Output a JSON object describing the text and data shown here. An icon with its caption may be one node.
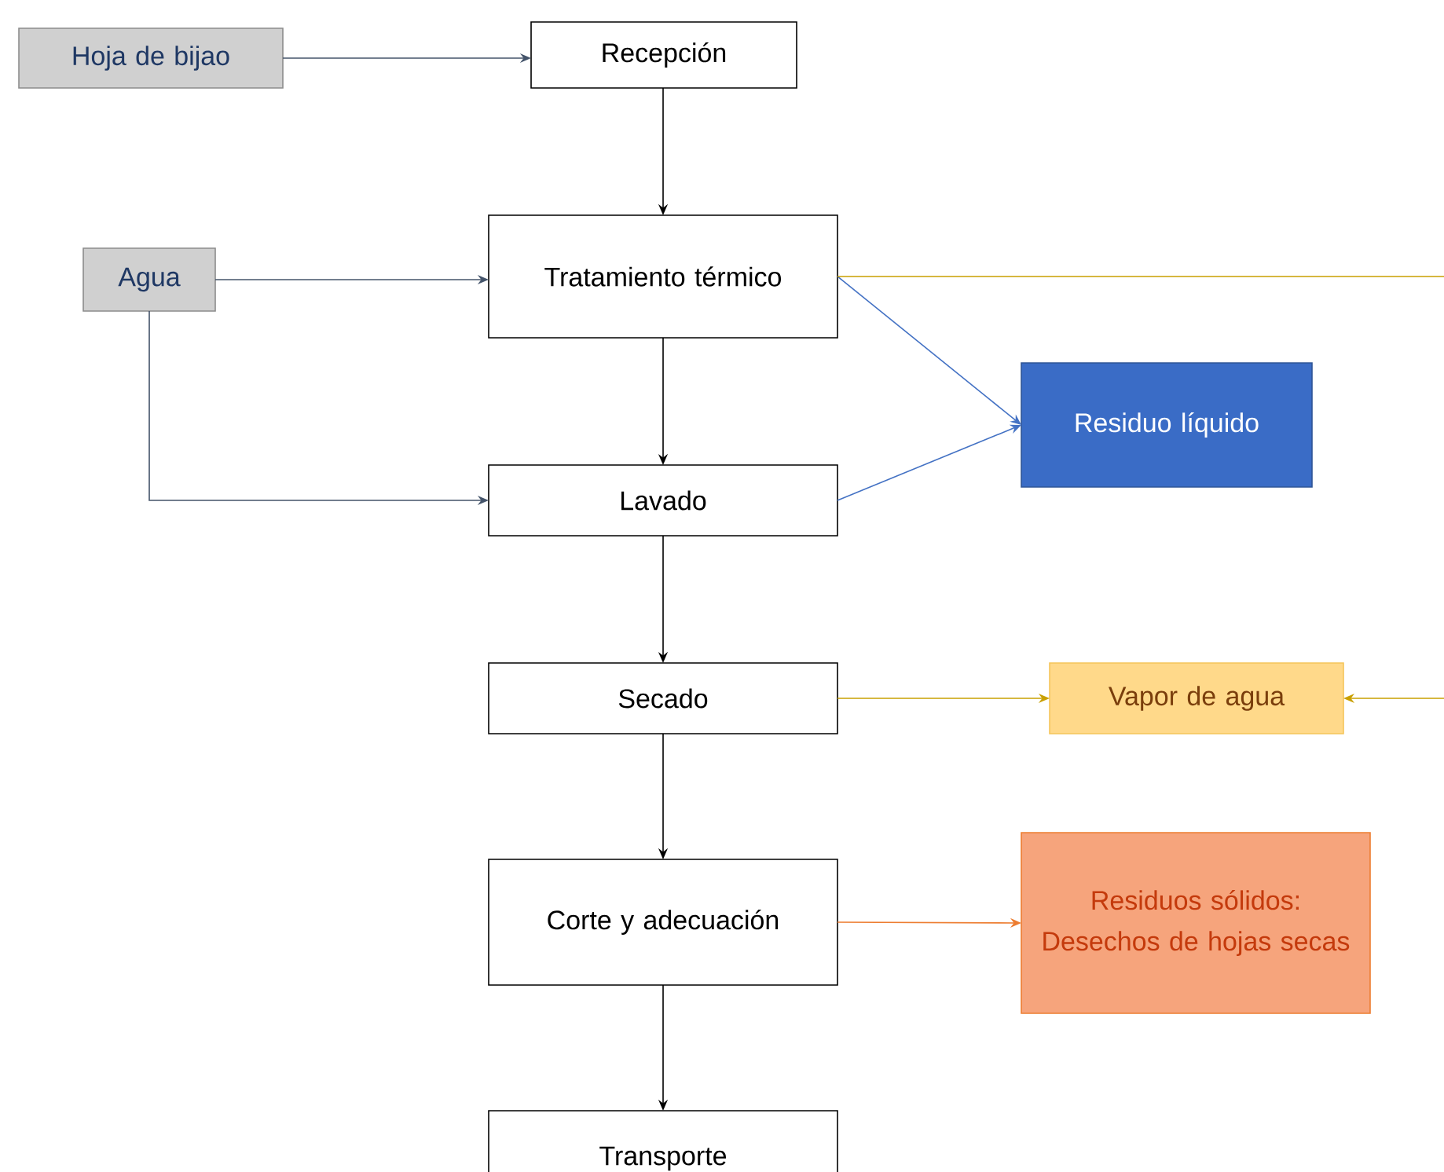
{
  "diagram": {
    "nodes": [
      {
        "text": [
          "Hoja de bijao"
        ]
      },
      {
        "text": [
          "Recepción"
        ]
      },
      {
        "text": [
          "Tratamiento térmico"
        ]
      },
      {
        "text": [
          "Agua"
        ]
      },
      {
        "text": [
          "Residuo líquido"
        ]
      },
      {
        "text": [
          "Lavado"
        ]
      },
      {
        "text": [
          "Secado"
        ]
      },
      {
        "text": [
          "Vapor de agua"
        ]
      },
      {
        "text": [
          "Corte y adecuación"
        ]
      },
      {
        "text": [
          "Residuos sólidos: Desechos de hojas secas"
        ]
      },
      {
        "text": [
          "Transporte"
        ]
      }
    ],
    "edges": [
      {
        "from": 0,
        "to": 1,
        "arrow": "to",
        "color": "#44546a"
      },
      {
        "from": 1,
        "to": 2,
        "arrow": "to"
      },
      {
        "from": 3,
        "to": 2,
        "arrow": "to",
        "color": "#44546a"
      },
      {
        "from": 3,
        "to": 5,
        "arrow": "to",
        "color": "#44546a"
      },
      {
        "from": 2,
        "to": 5,
        "arrow": "to"
      },
      {
        "from": 2,
        "to": 4,
        "arrow": "to",
        "color": "#4472c4"
      },
      {
        "from": 5,
        "to": 4,
        "arrow": "to",
        "color": "#4472c4"
      },
      {
        "from": 5,
        "to": 6,
        "arrow": "to"
      },
      {
        "from": 2,
        "to": 7,
        "arrow": "to",
        "color": "#c9a000"
      },
      {
        "from": 6,
        "to": 7,
        "arrow": "to",
        "color": "#c9a000"
      },
      {
        "from": 6,
        "to": 8,
        "arrow": "to"
      },
      {
        "from": 8,
        "to": 9,
        "arrow": "to",
        "color": "#ed7d31"
      },
      {
        "from": 8,
        "to": 10,
        "arrow": "to"
      }
    ]
  }
}
